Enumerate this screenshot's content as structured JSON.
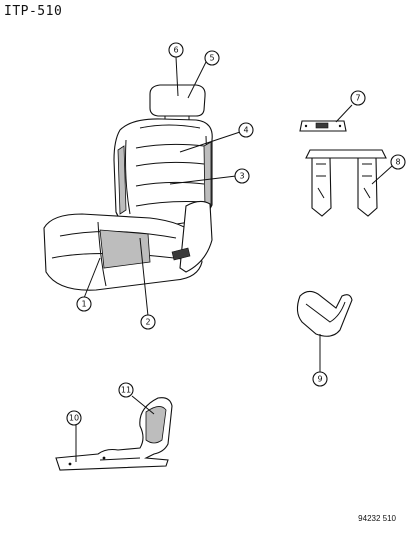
{
  "diagram": {
    "title": "ITP-510",
    "drawing_code": "94232 510",
    "callouts": [
      {
        "id": "c1",
        "label": "1"
      },
      {
        "id": "c2",
        "label": "2"
      },
      {
        "id": "c3",
        "label": "3"
      },
      {
        "id": "c4",
        "label": "4"
      },
      {
        "id": "c5",
        "label": "5"
      },
      {
        "id": "c6",
        "label": "6"
      },
      {
        "id": "c7",
        "label": "7"
      },
      {
        "id": "c8",
        "label": "8"
      },
      {
        "id": "c9",
        "label": "9"
      },
      {
        "id": "c10",
        "label": "10"
      },
      {
        "id": "c11",
        "label": "11"
      }
    ]
  }
}
